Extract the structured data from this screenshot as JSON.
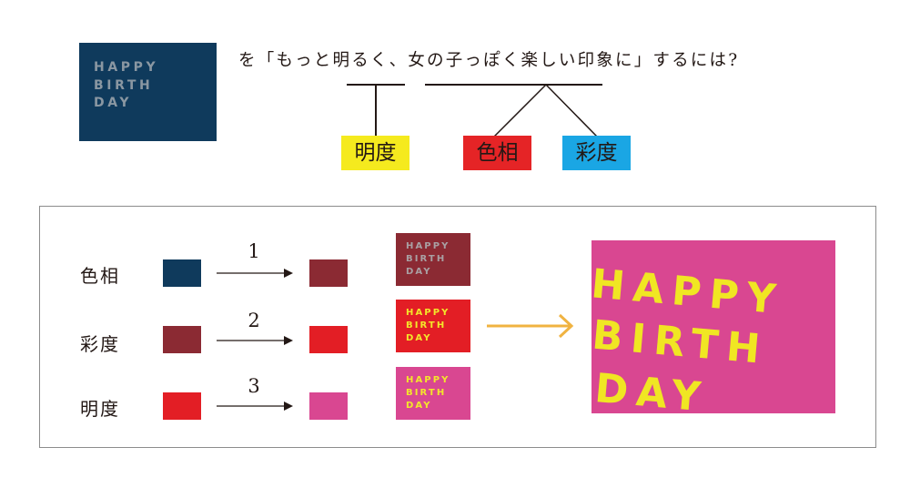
{
  "card_lines": [
    "HAPPY",
    "BIRTH",
    "DAY"
  ],
  "question": "を「もっと明るく、女の子っぽく楽しい印象に」するには?",
  "tags": {
    "brightness": "明度",
    "hue": "色相",
    "saturation": "彩度"
  },
  "rows": [
    {
      "label": "色相",
      "step": "1",
      "from": "#0f3a5c",
      "to": "#8b2a33",
      "text_color": "#a9a0a3"
    },
    {
      "label": "彩度",
      "step": "2",
      "from": "#8b2a33",
      "to": "#e31e25",
      "text_color": "#f3e62a"
    },
    {
      "label": "明度",
      "step": "3",
      "from": "#e31e25",
      "to": "#d94791",
      "text_color": "#f3e62a"
    }
  ],
  "colors": {
    "original_bg": "#0f3a5c",
    "original_text": "#8a97a2",
    "result_bg": "#d94791",
    "result_text": "#f0e623",
    "arrow": "#f0b341",
    "tag_brightness": "#f5ea1e",
    "tag_hue": "#e52426",
    "tag_saturation": "#1aa6e4"
  }
}
